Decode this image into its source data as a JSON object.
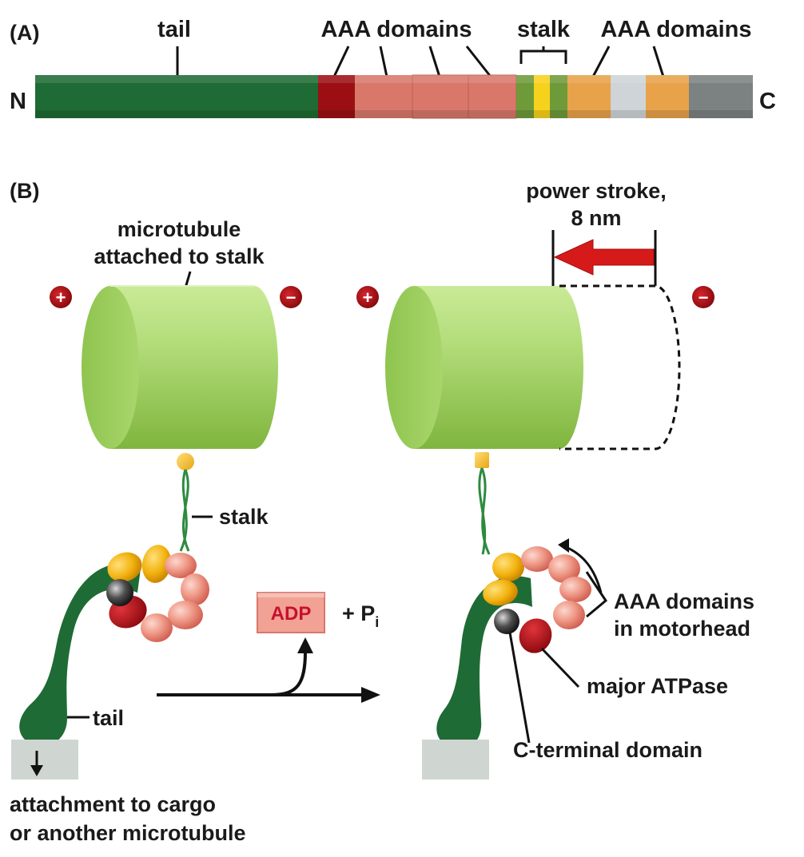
{
  "panel_a": {
    "label": "(A)",
    "n_terminal": "N",
    "c_terminal": "C",
    "tail_label": "tail",
    "aaa_left_label": "AAA domains",
    "stalk_label": "stalk",
    "aaa_right_label": "AAA domains"
  },
  "panel_b": {
    "label": "(B)",
    "microtubule_label_line1": "microtubule",
    "microtubule_label_line2": "attached to stalk",
    "plus_sign": "+",
    "minus_sign": "−",
    "power_stroke_line1": "power stroke,",
    "power_stroke_line2": "8 nm",
    "stalk_label": "stalk",
    "tail_label": "tail",
    "adp_label": "ADP",
    "plus_pi_prefix": "+  P",
    "pi_subscript": "i",
    "aaa_line1": "AAA domains",
    "aaa_line2": "in motorhead",
    "major_atpase_label": "major ATPase",
    "c_terminal_label": "C-terminal domain",
    "attachment_line1": "attachment to cargo",
    "attachment_line2": "or another microtubule"
  },
  "colors": {
    "tail_green": "#1f6b35",
    "aaa_red": "#9b0f14",
    "aaa_salmon": "#d9786a",
    "stalk_green": "#6f9a3a",
    "stalk_yellow": "#f7d21c",
    "aaa_orange": "#e8a24a",
    "linker_grey": "#cfd4d8",
    "c_grey": "#7c8181",
    "microtubule_green": "#a9d86a",
    "arrow_red": "#d61a1a"
  }
}
